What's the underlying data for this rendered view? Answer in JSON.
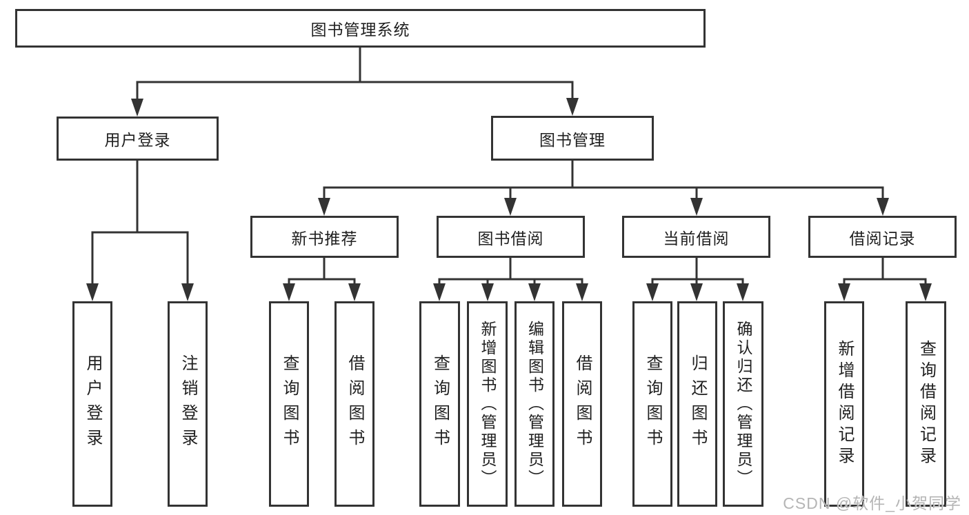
{
  "colors": {
    "line": "#333333",
    "text": "#1f1f1f",
    "background": "#ffffff",
    "watermark": "#b5b5b5"
  },
  "watermark": {
    "text": "CSDN @软件_小贺同学"
  },
  "tree": {
    "label": "图书管理系统",
    "children": [
      {
        "label": "用户登录",
        "leaves": [
          {
            "label": "用户登录"
          },
          {
            "label": "注销登录"
          }
        ]
      },
      {
        "label": "图书管理",
        "children": [
          {
            "label": "新书推荐",
            "leaves": [
              {
                "label": "查询图书"
              },
              {
                "label": "借阅图书"
              }
            ]
          },
          {
            "label": "图书借阅",
            "leaves": [
              {
                "label": "查询图书"
              },
              {
                "label": "新增图书（管理员）"
              },
              {
                "label": "编辑图书（管理员）"
              },
              {
                "label": "借阅图书"
              }
            ]
          },
          {
            "label": "当前借阅",
            "leaves": [
              {
                "label": "查询图书"
              },
              {
                "label": "归还图书"
              },
              {
                "label": "确认归还（管理员）"
              }
            ]
          },
          {
            "label": "借阅记录",
            "leaves": [
              {
                "label": "新增借阅记录"
              },
              {
                "label": "查询借阅记录"
              }
            ]
          }
        ]
      }
    ]
  }
}
